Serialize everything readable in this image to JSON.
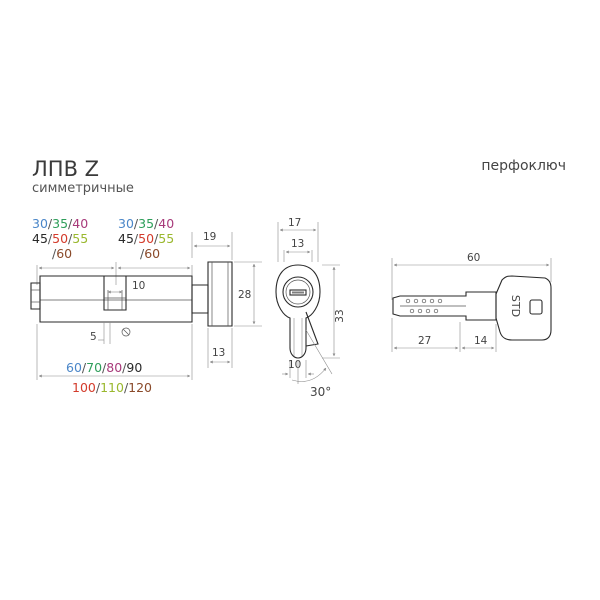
{
  "header": {
    "title": "ЛПВ Z",
    "subtitle": "симметричные",
    "right_label": "перфоключ"
  },
  "colors": {
    "c30": "#4a86c8",
    "c35": "#2e9e5a",
    "c40": "#a83a7a",
    "c45": "#2a2a2a",
    "c50": "#d33b2b",
    "c55": "#9ab82e",
    "c60": "#8a4a2a",
    "c70": "#2e9e5a",
    "c80": "#a83a7a",
    "c90": "#2a2a2a",
    "c100": "#d33b2b",
    "c110": "#9ab82e",
    "c120": "#8a4a2a",
    "slash": "#555555"
  },
  "sizes_left": {
    "row1": [
      "30",
      "35",
      "40"
    ],
    "row2": [
      "45",
      "50",
      "55"
    ],
    "row3": [
      "60"
    ]
  },
  "sizes_right": {
    "row1": [
      "30",
      "35",
      "40"
    ],
    "row2": [
      "45",
      "50",
      "55"
    ],
    "row3": [
      "60"
    ]
  },
  "total_lengths": {
    "row1": [
      "60",
      "70",
      "80",
      "90"
    ],
    "row2": [
      "100",
      "110",
      "120"
    ]
  },
  "dims_front": {
    "knob_width": "19",
    "knob_height": "28",
    "knob_depth": "13",
    "cam_gap": "10",
    "screw": "5"
  },
  "dims_side": {
    "top_width": "17",
    "inner_width": "13",
    "height": "33",
    "bottom_width": "10",
    "angle": "30°"
  },
  "dims_key": {
    "total": "60",
    "blade": "27",
    "shoulder": "14",
    "brand": "STD"
  }
}
